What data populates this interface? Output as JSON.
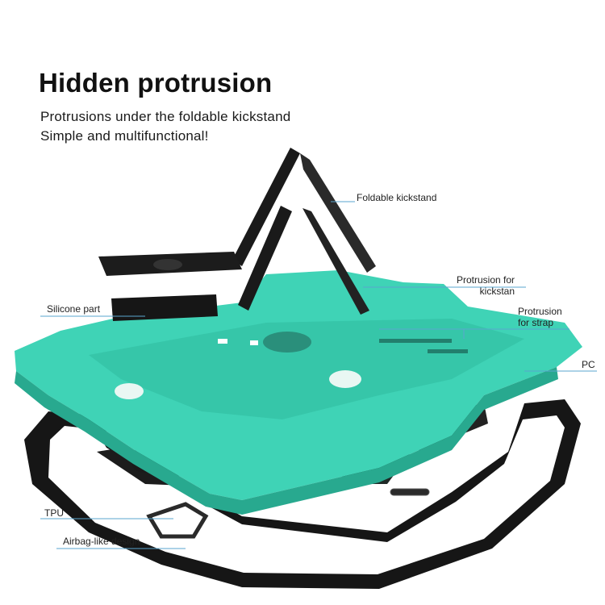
{
  "headline": "Hidden protrusion",
  "subtitle_line1": "Protrusions under the foldable kickstand",
  "subtitle_line2": "Simple and multifunctional!",
  "callouts": {
    "foldable_kickstand": "Foldable  kickstand",
    "protrusion_kickstand_line1": "Protrusion for",
    "protrusion_kickstand_line2": "kickstan",
    "protrusion_strap_line1": "Protrusion",
    "protrusion_strap_line2": "for strap",
    "pc": "PC",
    "silicone_part": "Silicone part",
    "tpu": "TPU",
    "airbag_design": "Airbag-like design"
  },
  "colors": {
    "pc_shell": "#3fd3b6",
    "pc_shadow": "#28a98f",
    "tpu_frame": "#161616",
    "leader_line": "#5aa6cf"
  }
}
